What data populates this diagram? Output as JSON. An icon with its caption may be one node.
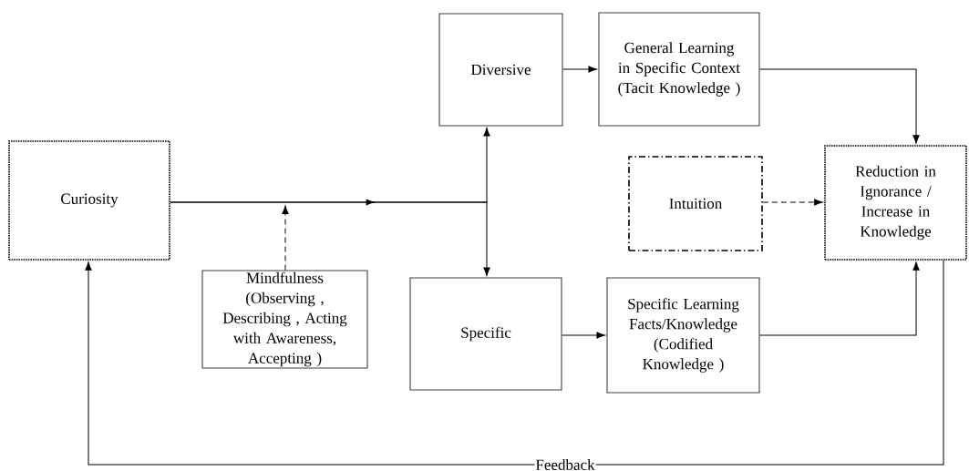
{
  "diagram": {
    "nodes": [
      {
        "text": [
          "Curiosity"
        ]
      },
      {
        "text": [
          "Diversive"
        ]
      },
      {
        "text": [
          "General Learning in Specific Context (Tacit Knowledge )"
        ]
      },
      {
        "text": [
          "Intuition"
        ]
      },
      {
        "text": [
          "Reduction in Ignorance / Increase in Knowledge"
        ]
      },
      {
        "text": [
          "Mindfulness (Observing , Describing , Acting with Awareness, Accepting )"
        ]
      },
      {
        "text": [
          "Specific"
        ]
      },
      {
        "text": [
          "Specific Learning Facts/Knowledge (Codified Knowledge )"
        ]
      }
    ],
    "edges": [
      {
        "from": 0,
        "to": 1,
        "arrow": "to"
      },
      {
        "from": 0,
        "to": 6,
        "arrow": "to"
      },
      {
        "from": 5,
        "to": null,
        "arrow": "to",
        "style": "dashed"
      },
      {
        "from": 1,
        "to": 2,
        "arrow": "to"
      },
      {
        "from": 2,
        "to": 4,
        "arrow": "to"
      },
      {
        "from": 3,
        "to": 4,
        "arrow": "to",
        "style": "dashed"
      },
      {
        "from": 6,
        "to": 7,
        "arrow": "to"
      },
      {
        "from": 7,
        "to": 4,
        "arrow": "to"
      },
      {
        "from": 4,
        "to": 0,
        "arrow": "to",
        "label": "Feedback"
      }
    ]
  }
}
